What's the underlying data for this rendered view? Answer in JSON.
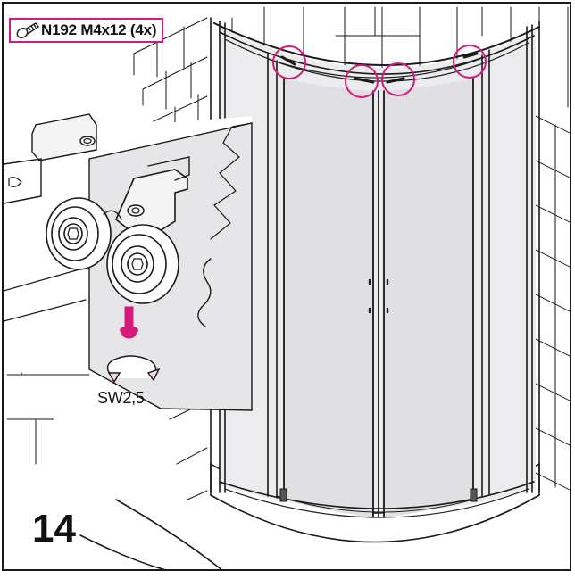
{
  "step": {
    "number": "14"
  },
  "hardware": {
    "label": "N192 M4x12 (4x)",
    "icon": "screw-icon"
  },
  "tool": {
    "label": "SW2,5"
  },
  "colors": {
    "accent": "#d6197b",
    "line": "#1a1a1a",
    "glass": "#e4e4e6"
  },
  "callouts": {
    "count": 4
  }
}
